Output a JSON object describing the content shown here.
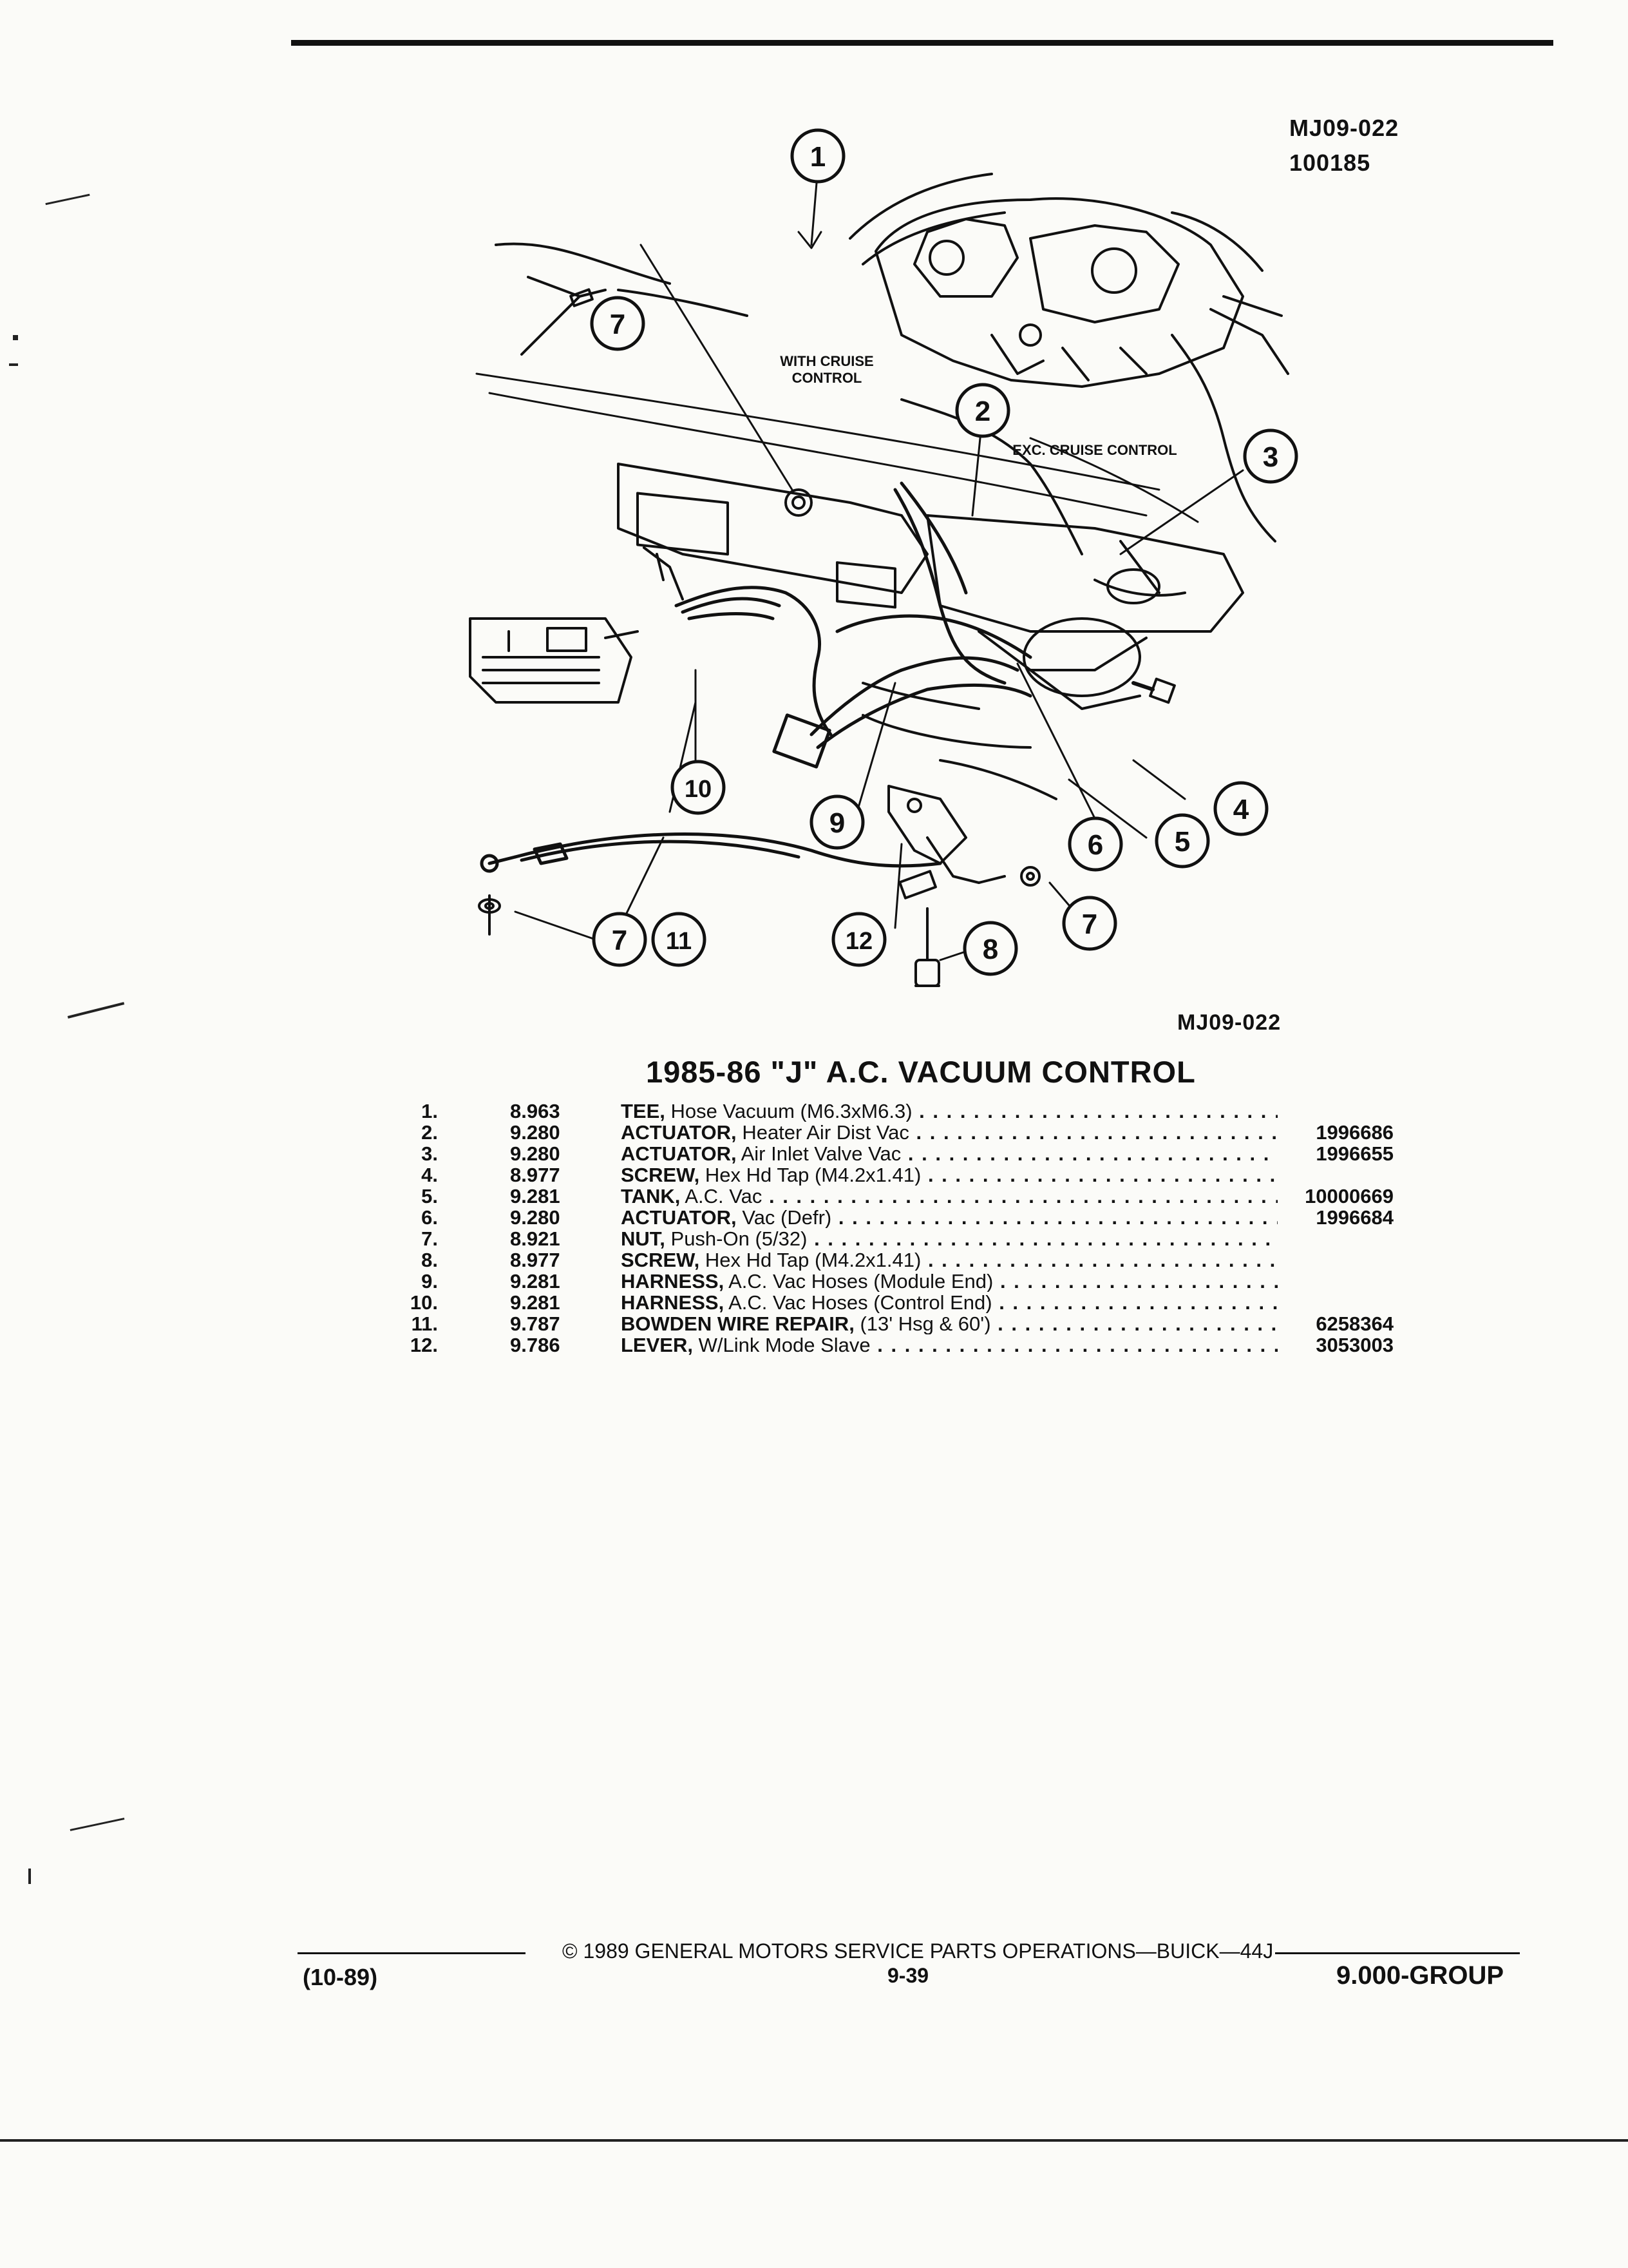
{
  "header": {
    "diagram_code": "MJ09-022",
    "date_code": "100185"
  },
  "diagram": {
    "caption_code": "MJ09-022",
    "callouts": [
      "1",
      "2",
      "3",
      "4",
      "5",
      "6",
      "7",
      "8",
      "9",
      "10",
      "11",
      "12"
    ],
    "labels": {
      "with_cruise_line1": "WITH CRUISE",
      "with_cruise_line2": "CONTROL",
      "exc_cruise": "EXC. CRUISE CONTROL"
    }
  },
  "title": "1985-86 \"J\" A.C. VACUUM CONTROL",
  "parts": [
    {
      "num": "1.",
      "group": "8.963",
      "name": "TEE,",
      "desc": "Hose Vacuum (M6.3xM6.3)",
      "part": ""
    },
    {
      "num": "2.",
      "group": "9.280",
      "name": "ACTUATOR,",
      "desc": "Heater Air Dist Vac",
      "part": "1996686"
    },
    {
      "num": "3.",
      "group": "9.280",
      "name": "ACTUATOR,",
      "desc": "Air Inlet Valve Vac",
      "part": "1996655"
    },
    {
      "num": "4.",
      "group": "8.977",
      "name": "SCREW,",
      "desc": "Hex Hd Tap (M4.2x1.41)",
      "part": ""
    },
    {
      "num": "5.",
      "group": "9.281",
      "name": "TANK,",
      "desc": "A.C. Vac",
      "part": "10000669"
    },
    {
      "num": "6.",
      "group": "9.280",
      "name": "ACTUATOR,",
      "desc": "Vac (Defr)",
      "part": "1996684"
    },
    {
      "num": "7.",
      "group": "8.921",
      "name": "NUT,",
      "desc": "Push-On (5/32)",
      "part": ""
    },
    {
      "num": "8.",
      "group": "8.977",
      "name": "SCREW,",
      "desc": "Hex Hd Tap (M4.2x1.41)",
      "part": ""
    },
    {
      "num": "9.",
      "group": "9.281",
      "name": "HARNESS,",
      "desc": "A.C. Vac Hoses (Module End)",
      "part": ""
    },
    {
      "num": "10.",
      "group": "9.281",
      "name": "HARNESS,",
      "desc": "A.C. Vac Hoses (Control End)",
      "part": ""
    },
    {
      "num": "11.",
      "group": "9.787",
      "name": "BOWDEN WIRE REPAIR,",
      "desc": "(13' Hsg & 60')",
      "part": "6258364"
    },
    {
      "num": "12.",
      "group": "9.786",
      "name": "LEVER,",
      "desc": "W/Link Mode Slave",
      "part": "3053003"
    }
  ],
  "footer": {
    "date": "(10-89)",
    "copyright": "© 1989 GENERAL MOTORS SERVICE PARTS OPERATIONS—BUICK—44J",
    "page": "9-39",
    "group": "9.000-GROUP"
  }
}
